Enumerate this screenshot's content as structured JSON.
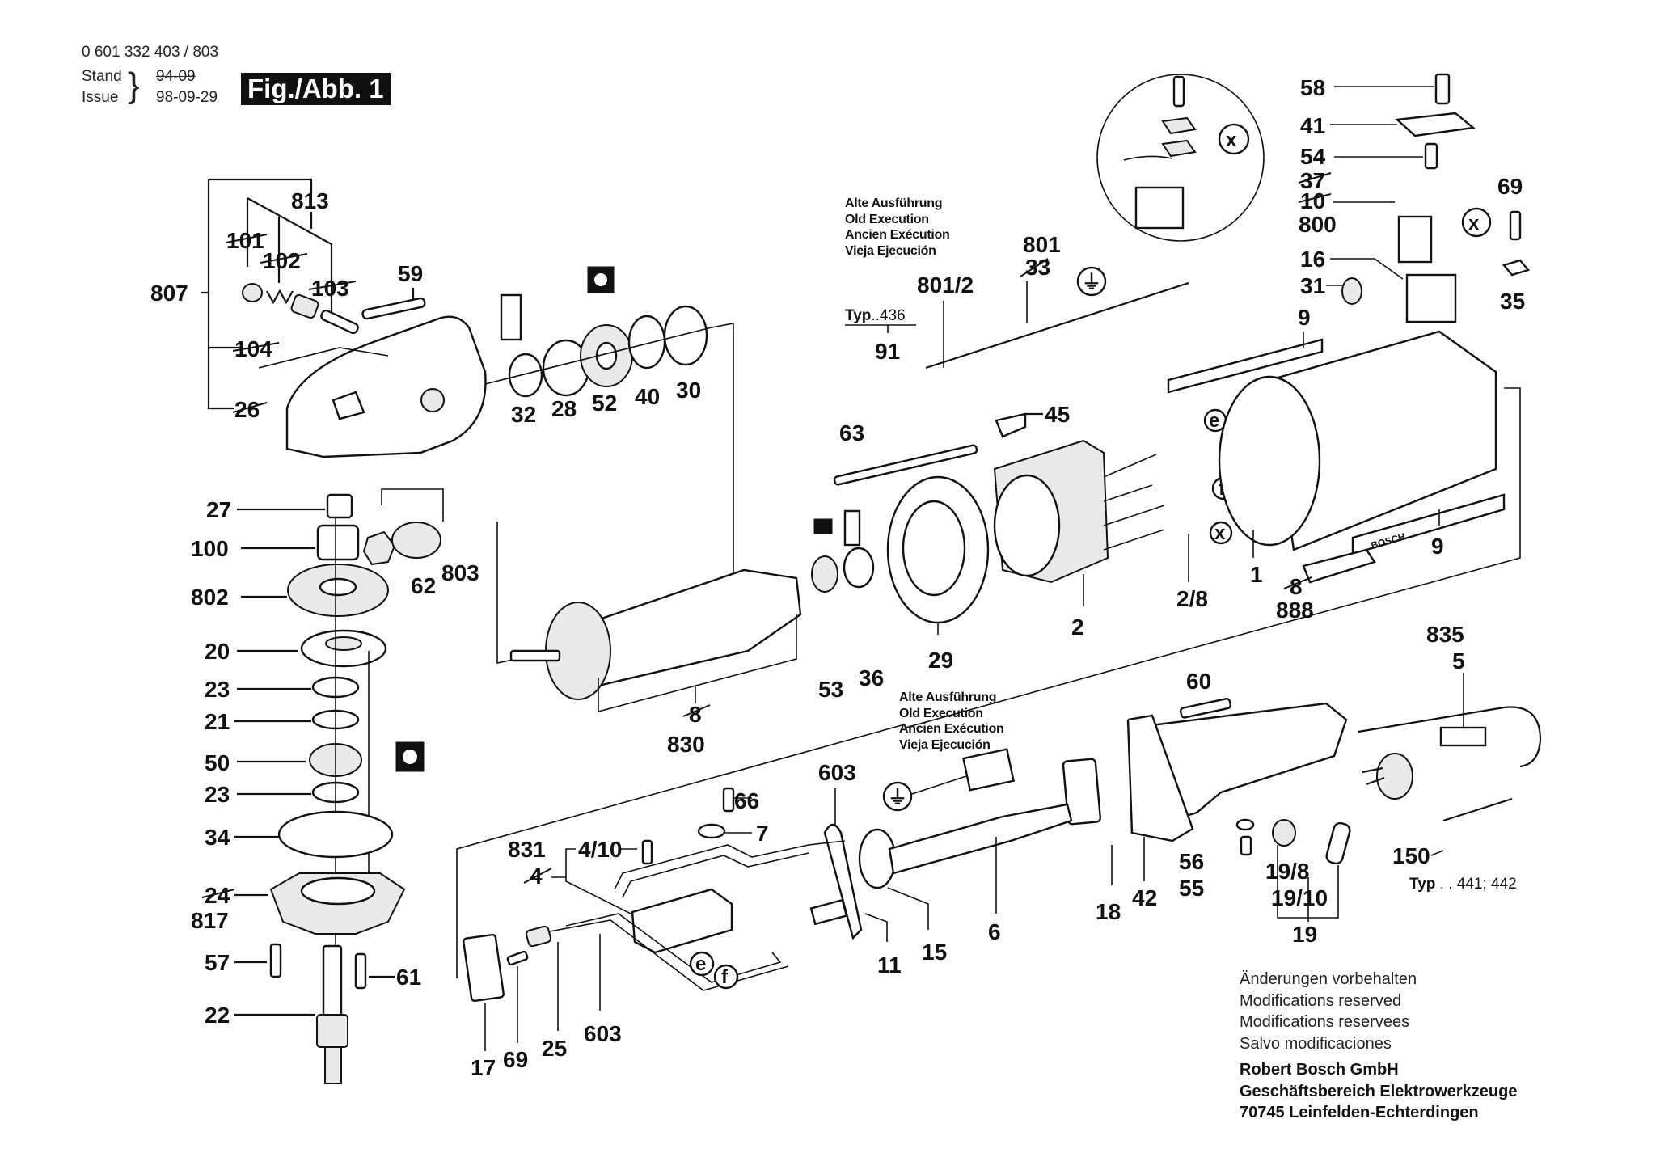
{
  "header": {
    "part_number": "0 601 332 403 / 803",
    "stand_label": "Stand",
    "issue_label": "Issue",
    "old_date": "94-09",
    "issue_date": "98-09-29",
    "figure_label": "Fig./Abb. 1"
  },
  "notes": {
    "old_execution_top": [
      "Alte Ausführung",
      "Old Execution",
      "Ancien Exécution",
      "Vieja Ejecución"
    ],
    "old_execution_bottom": [
      "Alte Ausführung",
      "Old Execution",
      "Ancien Exécution",
      "Vieja Ejecución"
    ],
    "typ_436": {
      "prefix": "Typ",
      "suffix": "..436"
    },
    "typ_441_442": {
      "prefix": "Typ",
      "suffix": " . . 441; 442"
    }
  },
  "symbols": {
    "ground": "⏚",
    "x": "x",
    "e": "e",
    "f": "f"
  },
  "labels": {
    "l813": "813",
    "l101": "101",
    "l102": "102",
    "l103": "103",
    "l807": "807",
    "l104": "104",
    "l26": "26",
    "l59": "59",
    "l27": "27",
    "l100": "100",
    "l802": "802",
    "l62": "62",
    "l803": "803",
    "l20": "20",
    "l23a": "23",
    "l21": "21",
    "l50": "50",
    "l23b": "23",
    "l34": "34",
    "l24": "24",
    "l817": "817",
    "l57": "57",
    "l61": "61",
    "l22": "22",
    "l32": "32",
    "l28": "28",
    "l52": "52",
    "l40": "40",
    "l30": "30",
    "l801": "801",
    "l33": "33",
    "l801_2": "801/2",
    "l91": "91",
    "l63": "63",
    "l45": "45",
    "l53": "53",
    "l36": "36",
    "l29": "29",
    "l2": "2",
    "l2_8": "2/8",
    "l8a": "8",
    "l830": "830",
    "l1": "1",
    "l8b": "8",
    "l888": "888",
    "l9a": "9",
    "l9b": "9",
    "l58": "58",
    "l41": "41",
    "l54": "54",
    "l37": "37",
    "l10": "10",
    "l800": "800",
    "l16": "16",
    "l31": "31",
    "l69a": "69",
    "l35": "35",
    "l835": "835",
    "l5": "5",
    "l150": "150",
    "l60": "60",
    "l56": "56",
    "l55": "55",
    "l19_8": "19/8",
    "l19_10": "19/10",
    "l19": "19",
    "l42": "42",
    "l18": "18",
    "l603a": "603",
    "l66": "66",
    "l7": "7",
    "l831": "831",
    "l4_10": "4/10",
    "l4": "4",
    "l11": "11",
    "l15": "15",
    "l6": "6",
    "l603b": "603",
    "l17": "17",
    "l69b": "69",
    "l25": "25"
  },
  "footer": {
    "lines": [
      "Änderungen vorbehalten",
      "Modifications reserved",
      "Modifications reservees",
      "Salvo modificaciones"
    ],
    "company": "Robert Bosch GmbH",
    "division": "Geschäftsbereich Elektrowerkzeuge",
    "address": "70745 Leinfelden-Echterdingen"
  },
  "housing_brand": "BOSCH"
}
